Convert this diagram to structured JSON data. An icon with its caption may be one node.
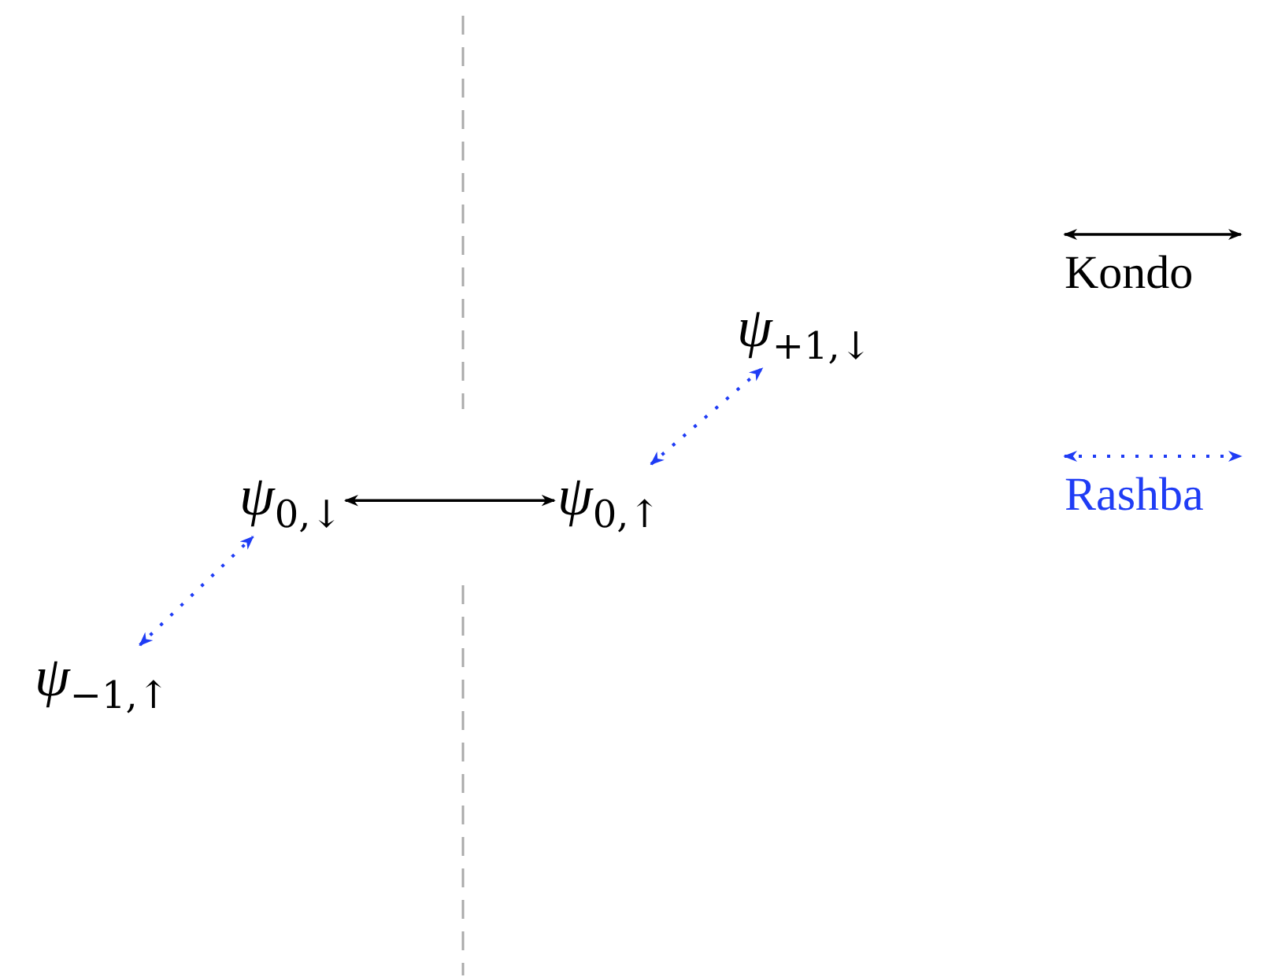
{
  "diagram": {
    "nodes": [
      {
        "text": [
          "*ψ*$_{+1,↓}$"
        ]
      },
      {
        "text": [
          "*ψ*$_{0,↓}$"
        ]
      },
      {
        "text": [
          "*ψ*$_{0,↑}$"
        ]
      },
      {
        "text": [
          "*ψ*$_{−1,↑}$"
        ]
      }
    ],
    "edges": [
      {
        "from": 2,
        "to": 0,
        "arrow": "both",
        "style": "dashed",
        "color": "#1f3cf5"
      },
      {
        "from": 1,
        "to": 2,
        "arrow": "both",
        "color": "#000000"
      },
      {
        "from": 3,
        "to": 1,
        "arrow": "both",
        "style": "dashed",
        "color": "#1f3cf5"
      }
    ],
    "legend": [
      {
        "text": "Kondo"
      },
      {
        "text": "Rashba"
      }
    ]
  }
}
